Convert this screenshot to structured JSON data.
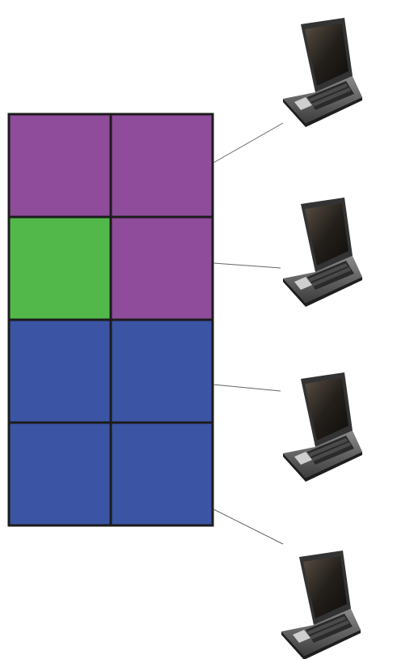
{
  "grid": {
    "rows": 4,
    "cols": 2,
    "cells": [
      [
        "purple",
        "purple"
      ],
      [
        "green",
        "purple"
      ],
      [
        "blue",
        "blue"
      ],
      [
        "blue",
        "blue"
      ]
    ]
  },
  "colors": {
    "purple": "#8e4c9a",
    "green": "#52b84a",
    "blue": "#3b54a4",
    "grid_border": "#1c1c1c",
    "connector": "#666666",
    "laptop_body": "#3a3a3a",
    "laptop_screen": "#1f1b17"
  },
  "laptops": [
    {
      "icon": "laptop-icon"
    },
    {
      "icon": "laptop-icon"
    },
    {
      "icon": "laptop-icon"
    },
    {
      "icon": "laptop-icon"
    }
  ]
}
